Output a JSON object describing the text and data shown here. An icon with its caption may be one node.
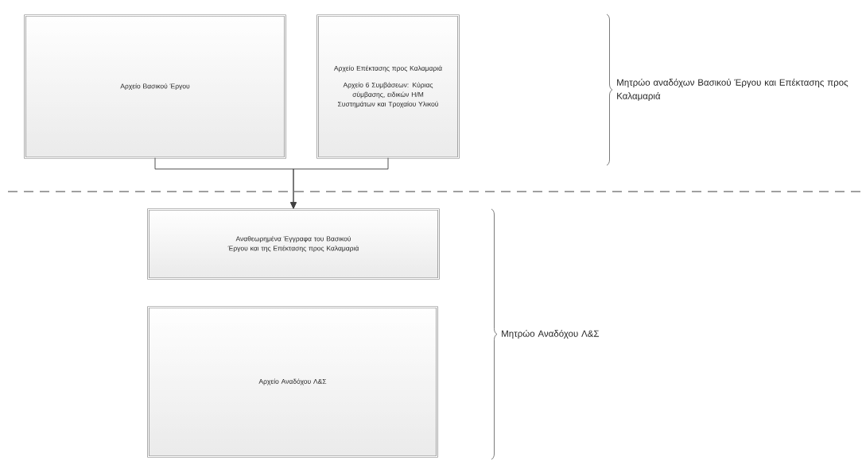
{
  "diagram": {
    "nodes": [
      {
        "text": [
          "Αρχείο Βασικού Έργου"
        ]
      },
      {
        "text": [
          "Αρχείο Επέκτασης προς Καλαμαριά",
          "Αρχείο 6 Συμβάσεων: Κύριας σύμβασης, ειδικών Η/Μ Συστημάτων και Τροχαίου Υλικού"
        ]
      },
      {
        "text": [
          "Αναθεωρημένα Έγγραφα του Βασικού Έργου και της Επέκτασης προς Καλαμαριά"
        ]
      },
      {
        "text": [
          "Αρχείο Αναδόχου Λ&Σ"
        ]
      }
    ],
    "edges": [
      {
        "from": 0,
        "to": 2,
        "arrow": "to"
      },
      {
        "from": 1,
        "to": 2,
        "arrow": "to"
      }
    ],
    "labels": [
      "Μητρώο αναδόχων Βασικού Έργου και Επέκτασης προς Καλαμαριά",
      "Μητρώο Αναδόχου Λ&Σ"
    ]
  }
}
